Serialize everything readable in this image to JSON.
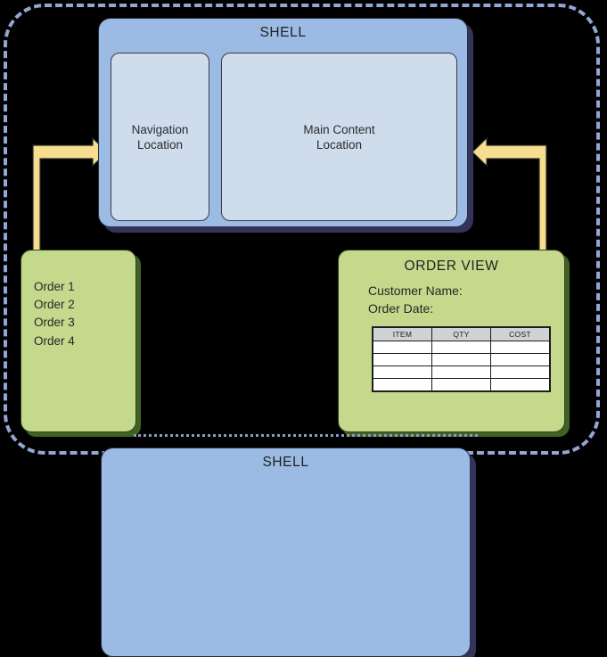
{
  "diagram": {
    "background_color": "#000000",
    "frame_color": "#93a7d4"
  },
  "shell_primary": {
    "title": "SHELL",
    "fill_color": "#9cbbe4",
    "shadow_color": "#33335c",
    "panels": [
      {
        "name": "navigation",
        "label": "Navigation\nLocation",
        "fill_color": "#cedcec"
      },
      {
        "name": "main-content",
        "label": "Main Content\nLocation",
        "fill_color": "#cedcec"
      }
    ]
  },
  "shell_secondary": {
    "title": "SHELL"
  },
  "order_list": {
    "fill_color": "#c4d98c",
    "shadow_color": "#3f6124",
    "items": [
      "Order 1",
      "Order 2",
      "Order 3",
      "Order 4"
    ],
    "items_text": "Order 1\nOrder 2\nOrder 3\nOrder 4"
  },
  "order_view": {
    "title": "ORDER VIEW",
    "fill_color": "#c4d98c",
    "shadow_color": "#3f6124",
    "fields": [
      "Customer Name:",
      "Order Date:"
    ],
    "fields_text": "Customer Name:\nOrder Date:",
    "table": {
      "columns": [
        "ITEM",
        "QTY",
        "COST"
      ],
      "rows": [
        [
          "",
          "",
          ""
        ],
        [
          "",
          "",
          ""
        ],
        [
          "",
          "",
          ""
        ],
        [
          "",
          "",
          ""
        ]
      ],
      "header_fill": "#cfd3d6",
      "cell_fill": "#ffffff"
    }
  },
  "connectors": [
    {
      "name": "order-list-to-shell",
      "from": "order-list-box",
      "to": "navigation-panel",
      "color": "#f7dd8e",
      "direction": "right"
    },
    {
      "name": "order-view-to-shell",
      "from": "order-view-box",
      "to": "main-content-panel",
      "color": "#f7dd8e",
      "direction": "left"
    }
  ]
}
